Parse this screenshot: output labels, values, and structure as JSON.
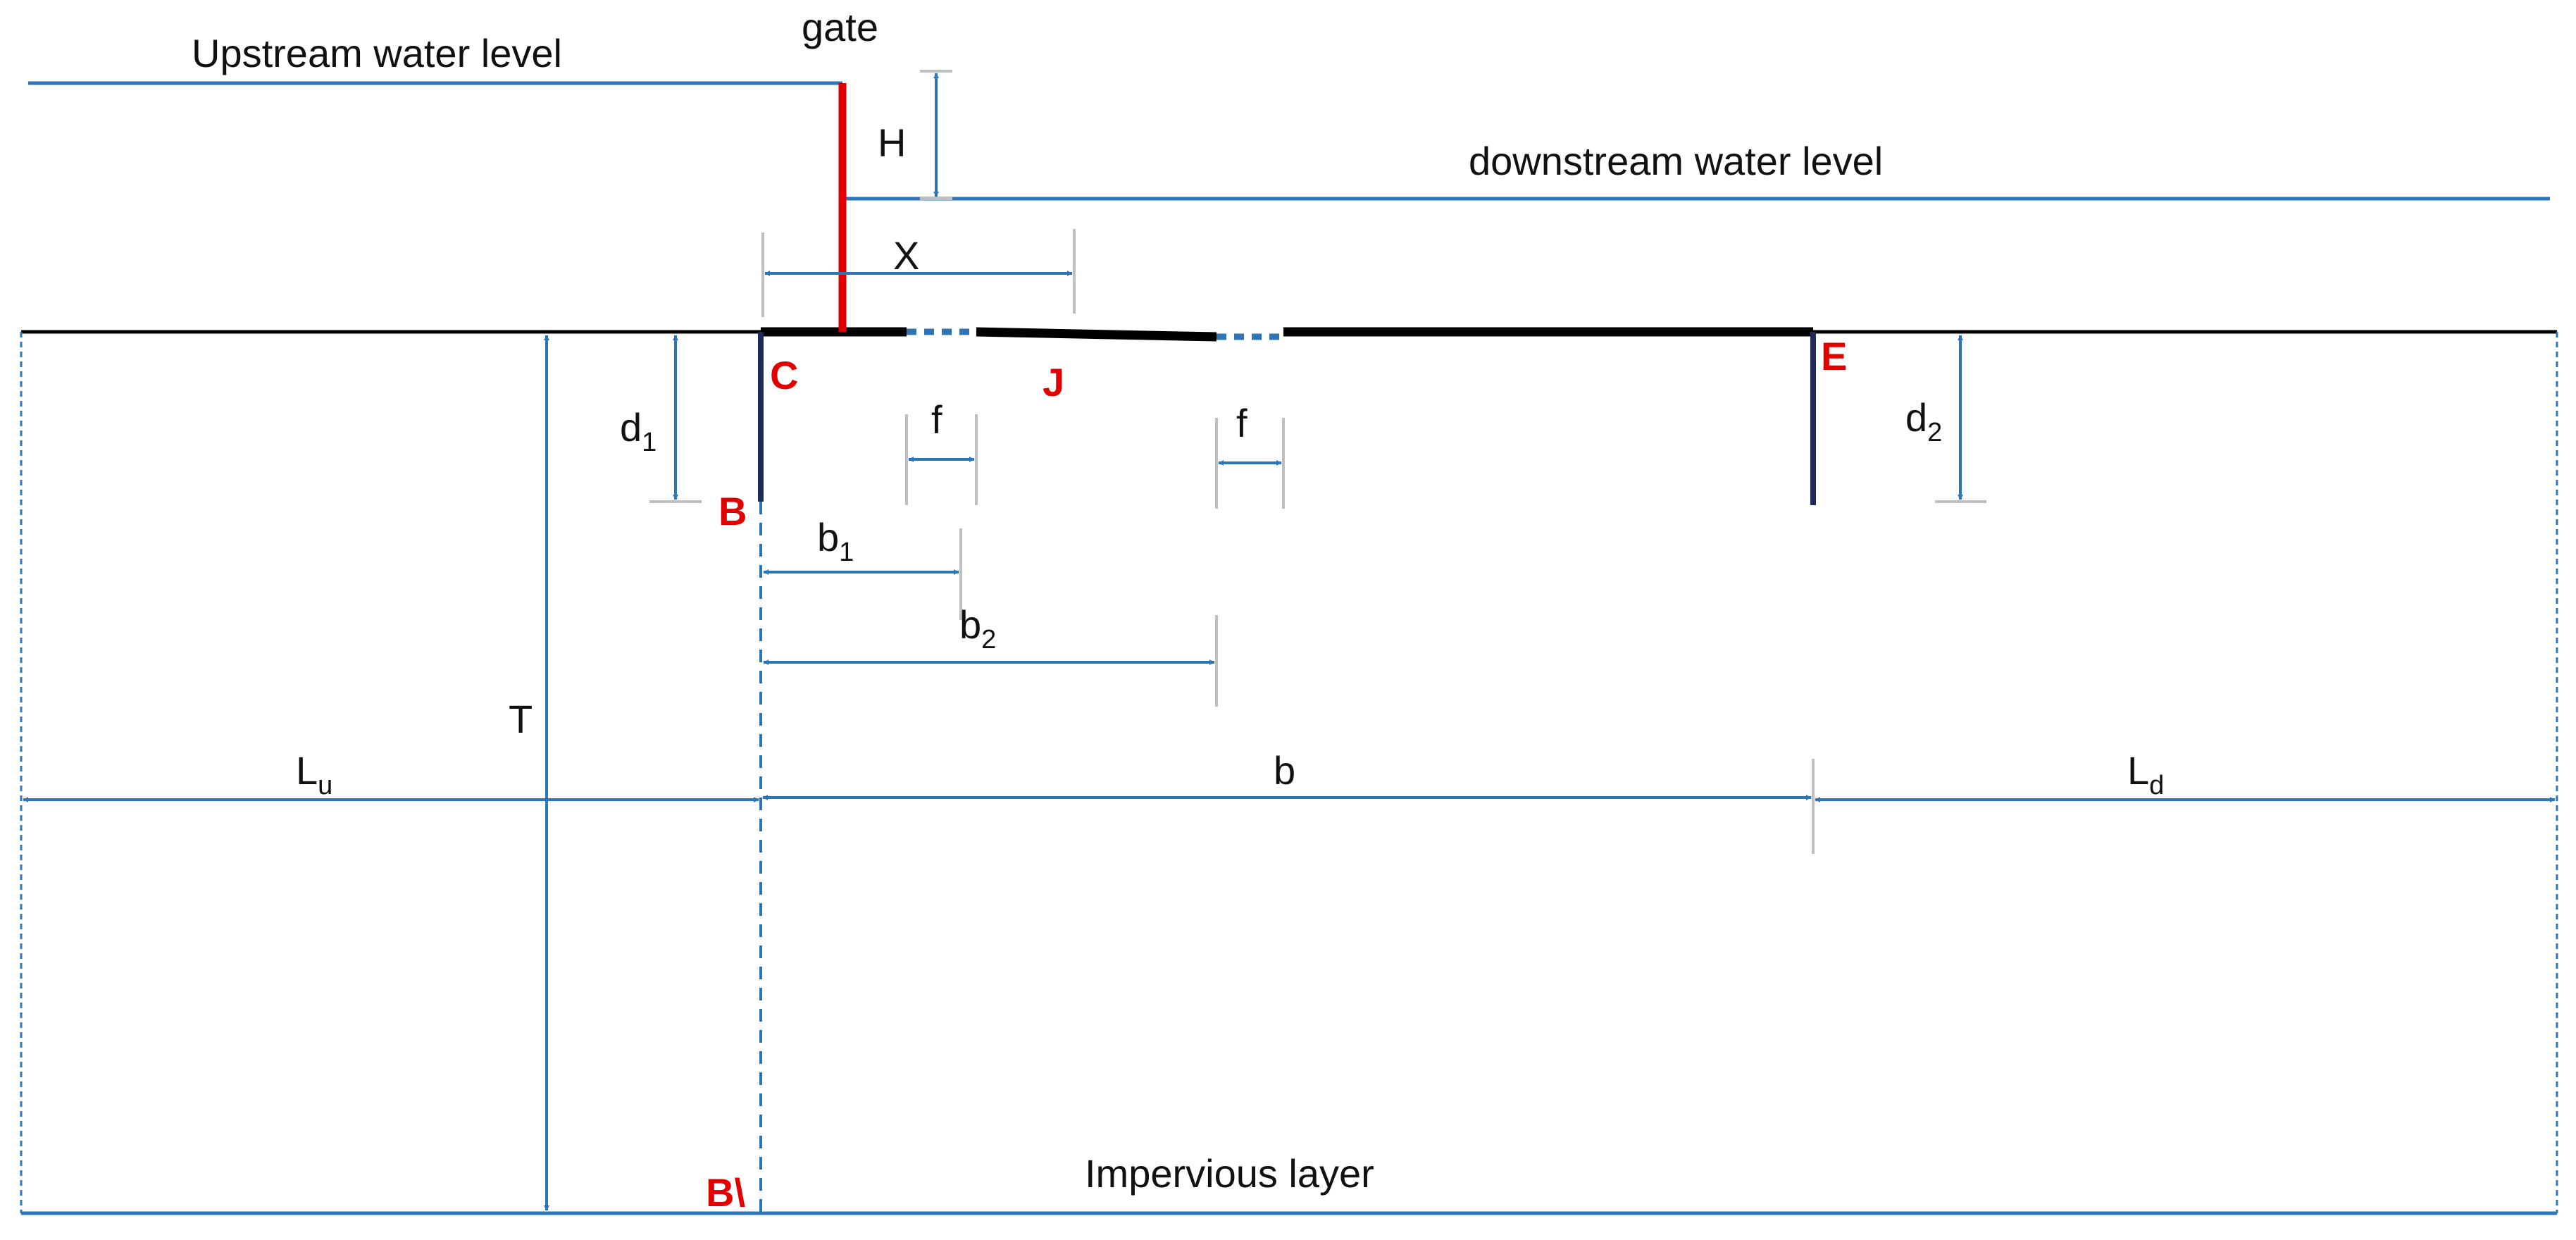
{
  "labels": {
    "upstream_water_level": "Upstream water level",
    "gate": "gate",
    "downstream_water_level": "downstream water level",
    "head": "H",
    "gate_distance": "X",
    "upstream_pile_depth": {
      "base": "d",
      "sub": "1"
    },
    "downstream_pile_depth": {
      "base": "d",
      "sub": "2"
    },
    "opening_width_1": "f",
    "opening_width_2": "f",
    "opening_distance_1": {
      "base": "b",
      "sub": "1"
    },
    "opening_distance_2": {
      "base": "b",
      "sub": "2"
    },
    "pervious_depth": "T",
    "upstream_length": {
      "base": "L",
      "sub": "u"
    },
    "floor_length": "b",
    "downstream_length": {
      "base": "L",
      "sub": "d"
    },
    "impervious_layer": "Impervious layer"
  },
  "points": {
    "C": "C",
    "B": "B",
    "J": "J",
    "E": "E",
    "B_prime": "B\\"
  },
  "colors": {
    "water": "#2e75b6",
    "gate": "#e00000",
    "floor": "#000000",
    "pile": "#1f2a5c",
    "dimension": "#2e75b6",
    "extension": "#bfbfbf",
    "point_label": "#e00000",
    "text": "#111111"
  }
}
